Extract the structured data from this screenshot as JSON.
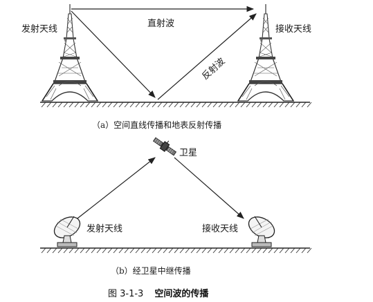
{
  "panel_a": {
    "tx_label": "发射天线",
    "rx_label": "接收天线",
    "direct_label": "直射波",
    "reflected_label": "反射波",
    "caption": "（a）空间直线传播和地表反射传播"
  },
  "panel_b": {
    "satellite_label": "卫星",
    "tx_label": "发射天线",
    "rx_label": "接收天线",
    "caption": "（b）经卫星中继传播"
  },
  "figure": {
    "number": "图 3-1-3",
    "title": "空间波的传播"
  },
  "icons": [
    "transmit-tower-icon",
    "receive-tower-icon",
    "satellite-icon",
    "dish-antenna-icon"
  ]
}
